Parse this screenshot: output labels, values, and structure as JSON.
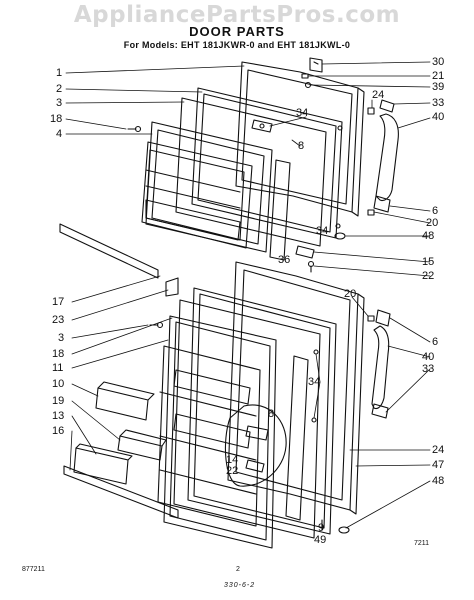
{
  "watermark": "AppliancePartsPros.com",
  "header": {
    "title": "DOOR PARTS",
    "subtitle": "For Models: EHT 181JKWR-0 and EHT 181JKWL-0"
  },
  "callouts": {
    "c1": "1",
    "c2": "2",
    "c3": "3",
    "c18": "18",
    "c4": "4",
    "c30": "30",
    "c21": "21",
    "c39": "39",
    "c24": "24",
    "c33": "33",
    "c40": "40",
    "c34a": "34",
    "c8a": "8",
    "c6a": "6",
    "c20a": "20",
    "c34b": "34",
    "c48a": "48",
    "c36": "36",
    "c15": "15",
    "c22a": "22",
    "c17": "17",
    "c23": "23",
    "c3b": "3",
    "c18b": "18",
    "c11": "11",
    "c10": "10",
    "c19": "19",
    "c13": "13",
    "c16": "16",
    "c20b": "20",
    "c6b": "6",
    "c40b": "40",
    "c33b": "33",
    "c34c": "34",
    "c8b": "8",
    "c14": "14",
    "c22b": "22",
    "c24b": "24",
    "c47": "47",
    "c48b": "48",
    "c9": "9",
    "c49": "49"
  },
  "footer": {
    "left_code": "877211",
    "page": "2",
    "bottom_code": "330-6-2",
    "right_code": "7211"
  }
}
